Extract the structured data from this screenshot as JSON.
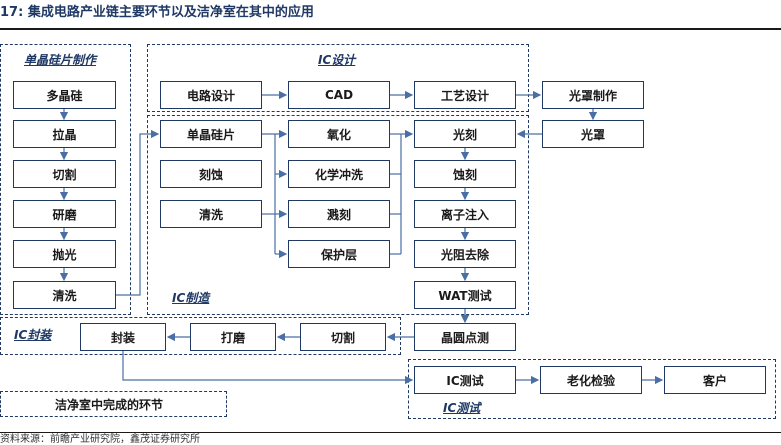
{
  "title": "17: 集成电路产业链主要环节以及洁净室在其中的应用",
  "footer": "资料来源：前瞻产业研究院，鑫茂证券研究所",
  "groups": {
    "wafer": "单晶硅片制作",
    "design": "IC设计",
    "manufacturing": "IC制造",
    "packaging": "IC封装",
    "testing": "IC测试"
  },
  "wafer_steps": [
    "多晶硅",
    "拉晶",
    "切割",
    "研磨",
    "抛光",
    "清洗"
  ],
  "design_steps": [
    "电路设计",
    "CAD",
    "工艺设计"
  ],
  "mask": {
    "making": "光罩制作",
    "mask": "光罩"
  },
  "manufacturing": {
    "col1": [
      "单晶硅片",
      "刻蚀",
      "清洗"
    ],
    "col2": [
      "氧化",
      "化学冲洗",
      "溅刻",
      "保护层"
    ],
    "col3": [
      "光刻",
      "蚀刻",
      "离子注入",
      "光阻去除",
      "WAT测试"
    ]
  },
  "wafer_probe": "晶圆点测",
  "packaging_steps": [
    "封装",
    "打磨",
    "切割"
  ],
  "testing_steps": [
    "IC测试",
    "老化检验",
    "客户"
  ],
  "legend": "洁净室中完成的环节",
  "colors": {
    "border": "#1f3864",
    "arrow": "#4a6fa5",
    "title": "#1f3864"
  }
}
